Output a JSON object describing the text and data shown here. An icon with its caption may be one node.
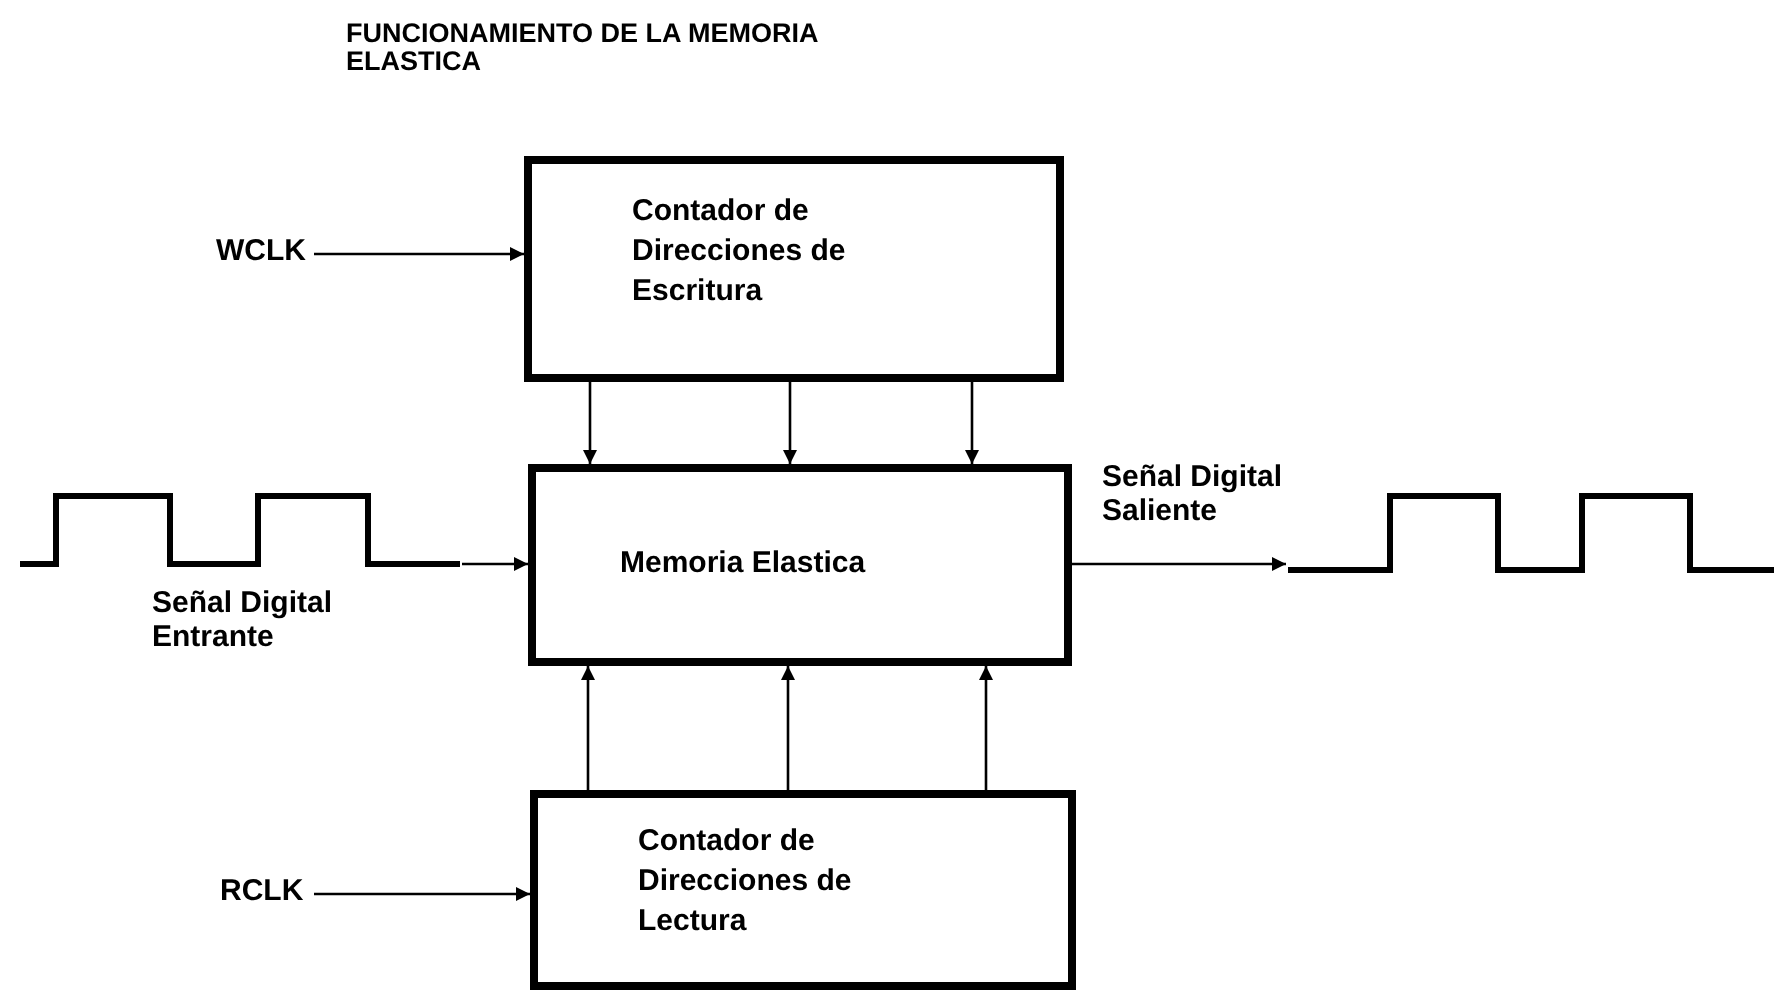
{
  "diagram": {
    "title": "FUNCIONAMIENTO DE LA MEMORIA ELASTICA",
    "nodes": [
      {
        "text": [
          "Contador de Direcciones de Escritura"
        ]
      },
      {
        "text": [
          "Memoria Elastica"
        ]
      },
      {
        "text": [
          "Contador de Direcciones de Lectura"
        ]
      },
      {
        "text": [
          "WCLK"
        ]
      },
      {
        "text": [
          "RCLK"
        ]
      },
      {
        "text": [],
        "shape": "picture"
      },
      {
        "text": [],
        "shape": "picture"
      }
    ],
    "edges": [
      {
        "from": 3,
        "to": 0,
        "arrow": "to"
      },
      {
        "from": 0,
        "to": 1,
        "arrow": "to"
      },
      {
        "from": 0,
        "to": 1,
        "arrow": "to"
      },
      {
        "from": 0,
        "to": 1,
        "arrow": "to"
      },
      {
        "from": 2,
        "to": 1,
        "arrow": "to"
      },
      {
        "from": 2,
        "to": 1,
        "arrow": "to"
      },
      {
        "from": 2,
        "to": 1,
        "arrow": "to"
      },
      {
        "from": 5,
        "to": 1,
        "arrow": "to"
      },
      {
        "from": 1,
        "to": 6,
        "arrow": "to"
      },
      {
        "from": 4,
        "to": 2,
        "arrow": "to"
      }
    ],
    "labels": [
      "Señal Digital Saliente",
      "Señal Digital Entrante"
    ]
  }
}
